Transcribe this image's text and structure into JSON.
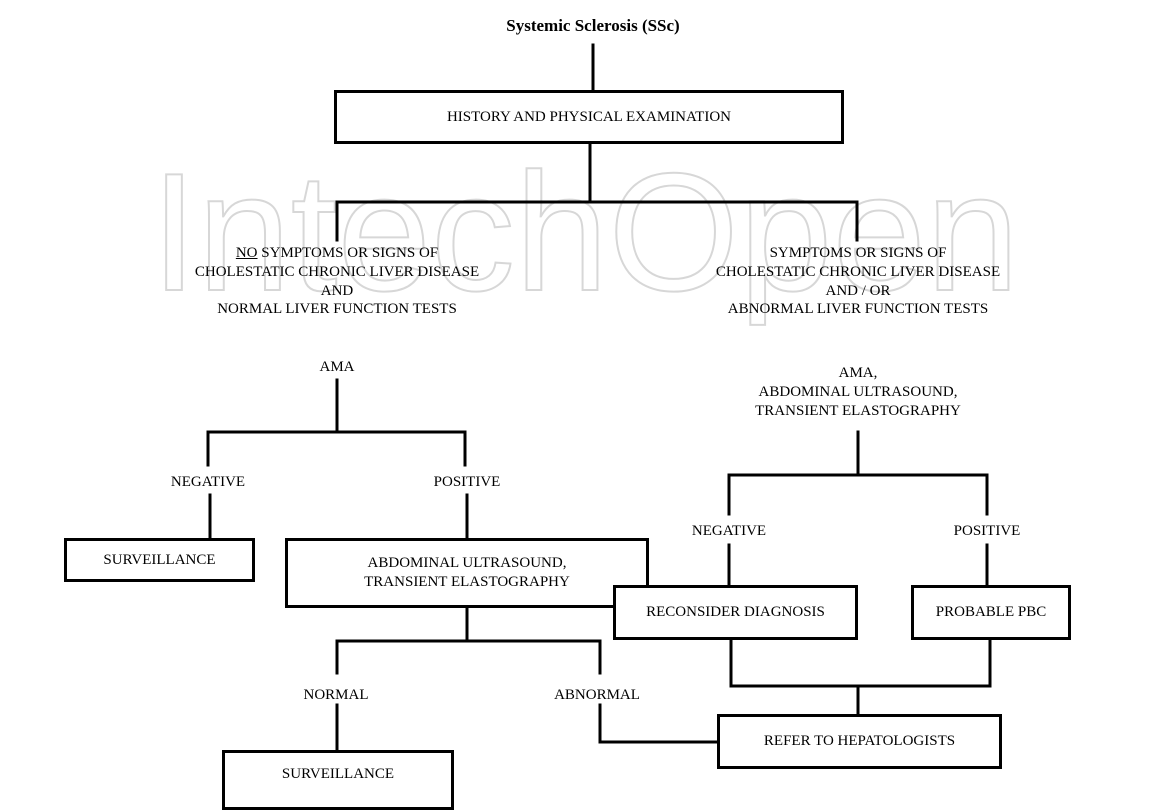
{
  "title": "Systemic Sclerosis (SSc)",
  "watermark": "IntechOpen",
  "colors": {
    "line": "#000000",
    "watermark": "#d7d7d7"
  },
  "nodes": {
    "history": "HISTORY AND PHYSICAL EXAMINATION",
    "left_branch": {
      "no": "NO",
      "line1_rest": " SYMPTOMS OR SIGNS OF",
      "line2": "CHOLESTATIC CHRONIC LIVER DISEASE",
      "line3": "AND",
      "line4": "NORMAL LIVER FUNCTION TESTS"
    },
    "right_branch": {
      "line1": "SYMPTOMS OR SIGNS OF",
      "line2": "CHOLESTATIC CHRONIC LIVER DISEASE",
      "line3": "AND / OR",
      "line4": "ABNORMAL LIVER FUNCTION TESTS"
    },
    "left_ama": "AMA",
    "right_tests": {
      "line1": "AMA,",
      "line2": "ABDOMINAL ULTRASOUND,",
      "line3": "TRANSIENT ELASTOGRAPHY"
    },
    "left_negative": "NEGATIVE",
    "left_positive": "POSITIVE",
    "surveillance_1": "SURVEILLANCE",
    "ultrasound_box": {
      "line1": "ABDOMINAL ULTRASOUND,",
      "line2": "TRANSIENT ELASTOGRAPHY"
    },
    "normal": "NORMAL",
    "abnormal": "ABNORMAL",
    "surveillance_2": "SURVEILLANCE",
    "right_negative": "NEGATIVE",
    "right_positive": "POSITIVE",
    "reconsider": "RECONSIDER DIAGNOSIS",
    "probable_pbc": "PROBABLE PBC",
    "refer": "REFER TO HEPATOLOGISTS"
  }
}
